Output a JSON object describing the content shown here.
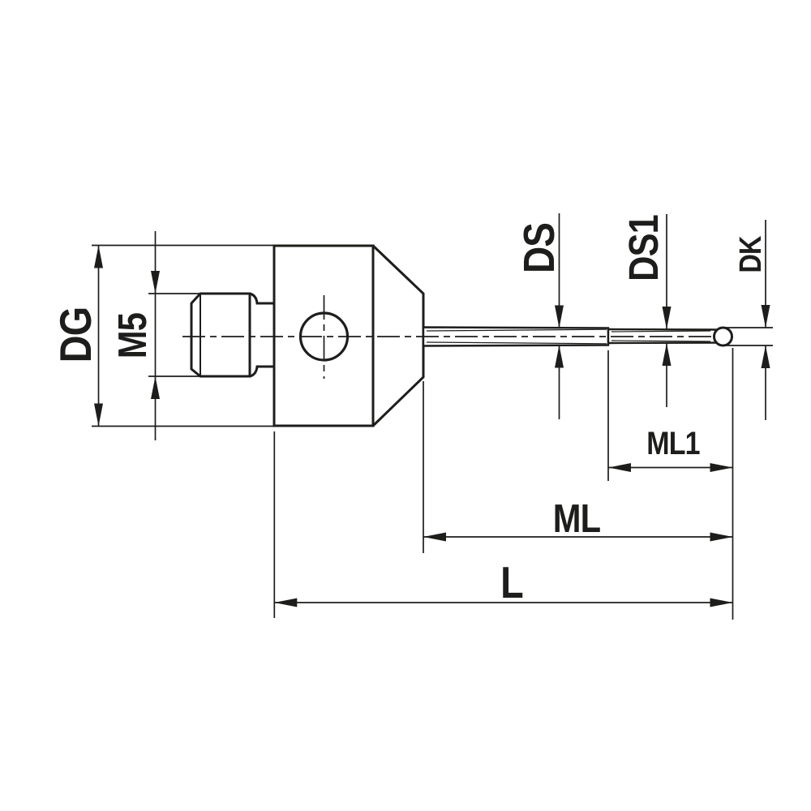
{
  "drawing": {
    "background": "#ffffff",
    "line_color": "#1d1d1b",
    "type": "technical-dimension-drawing",
    "subject": "stylus-with-m5-thread-holder-stem-and-ball-tip",
    "labels": {
      "dg": "DG",
      "m5": "M5",
      "ds": "DS",
      "ds1": "DS1",
      "dk": "DK",
      "ml1": "ML1",
      "ml": "ML",
      "l": "L"
    }
  }
}
